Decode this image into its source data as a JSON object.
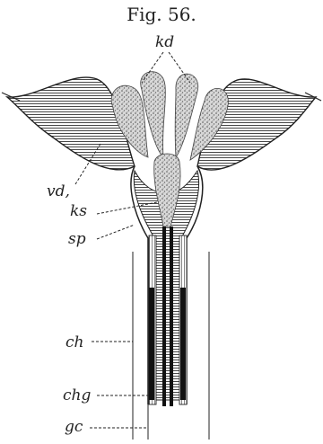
{
  "figure": {
    "title": "Fig. 56.",
    "labels": {
      "kd": "kd",
      "vd": "vd,",
      "ks": "ks",
      "sp": "sp",
      "ch": "ch",
      "chg": "chg",
      "gc": "gc"
    },
    "colors": {
      "ink": "#222222",
      "paper": "#ffffff",
      "stipple": "#9a9a9a"
    }
  }
}
